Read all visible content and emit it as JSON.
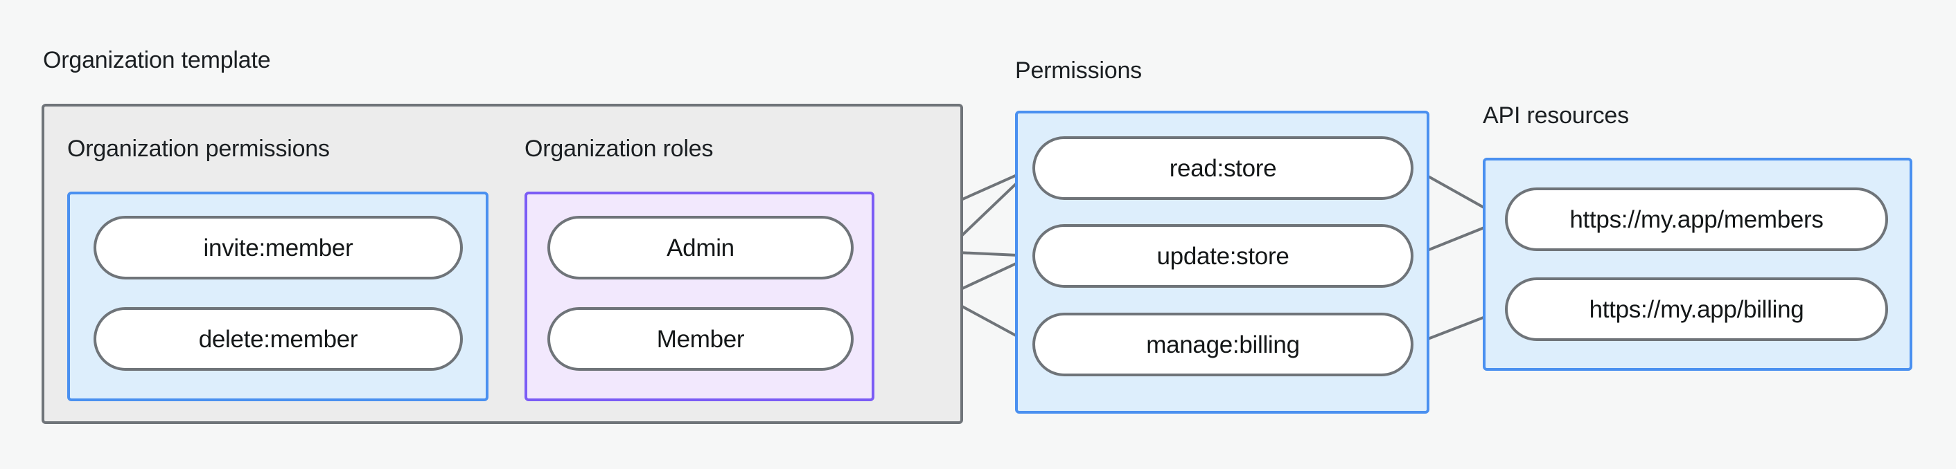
{
  "diagram": {
    "type": "entity-relationship-flow",
    "background_color": "#f6f7f7",
    "groups": [
      {
        "id": "organization-template",
        "label": "Organization template",
        "border_color": "#6f7479",
        "fill_color": "#ececec",
        "subgroups": [
          {
            "id": "organization-permissions",
            "label": "Organization permissions",
            "border_color": "#4a90f0",
            "fill_color": "#ddeefc",
            "nodes": [
              "invite:member",
              "delete:member"
            ]
          },
          {
            "id": "organization-roles",
            "label": "Organization roles",
            "border_color": "#7b5cf5",
            "fill_color": "#f2e8fd",
            "nodes": [
              "Admin",
              "Member"
            ]
          }
        ]
      },
      {
        "id": "permissions",
        "label": "Permissions",
        "border_color": "#4a90f0",
        "fill_color": "#ddeefc",
        "nodes": [
          "read:store",
          "update:store",
          "manage:billing"
        ]
      },
      {
        "id": "api-resources",
        "label": "API resources",
        "border_color": "#4a90f0",
        "fill_color": "#ddeefc",
        "nodes": [
          "https://my.app/members",
          "https://my.app/billing"
        ]
      }
    ],
    "nodes": {
      "invite_member": {
        "label": "invite:member"
      },
      "delete_member": {
        "label": "delete:member"
      },
      "admin": {
        "label": "Admin"
      },
      "member": {
        "label": "Member"
      },
      "read_store": {
        "label": "read:store"
      },
      "update_store": {
        "label": "update:store"
      },
      "manage_billing": {
        "label": "manage:billing"
      },
      "res_members": {
        "label": "https://my.app/members"
      },
      "res_billing": {
        "label": "https://my.app/billing"
      }
    },
    "edges": [
      {
        "from": "invite_member",
        "to": "admin"
      },
      {
        "from": "invite_member",
        "to": "member"
      },
      {
        "from": "delete_member",
        "to": "member"
      },
      {
        "from": "admin",
        "to": "read_store"
      },
      {
        "from": "admin",
        "to": "update_store"
      },
      {
        "from": "admin",
        "to": "manage_billing"
      },
      {
        "from": "member",
        "to": "read_store"
      },
      {
        "from": "member",
        "to": "update_store"
      },
      {
        "from": "read_store",
        "to": "res_members"
      },
      {
        "from": "update_store",
        "to": "res_members"
      },
      {
        "from": "manage_billing",
        "to": "res_billing"
      }
    ],
    "edge_color": "#6f7479"
  }
}
